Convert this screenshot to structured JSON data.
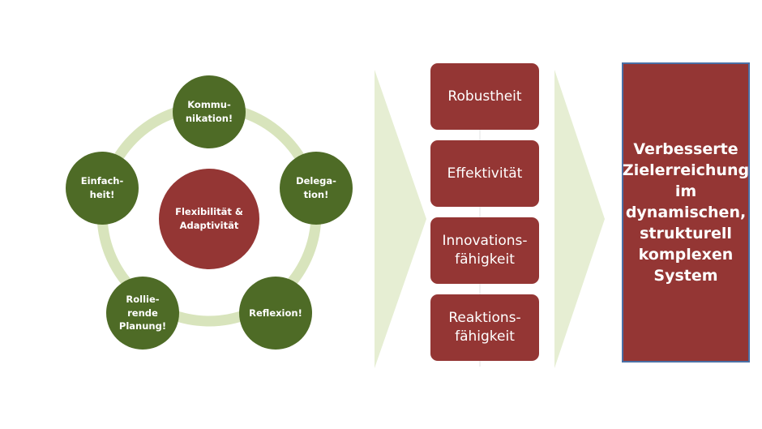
{
  "diagram": {
    "hub": "Flexibilität &\nAdaptivität",
    "nodes": [
      "Kommu-\nnikation!",
      "Delega-\ntion!",
      "Reflexion!",
      "Rollie-\nrende\nPlanung!",
      "Einfach-\nheit!"
    ],
    "qualities": [
      "Robustheit",
      "Effektivität",
      "Innovations-\nfähigkeit",
      "Reaktions-\nfähigkeit"
    ],
    "result": "Verbesserte\nZielerreichung\nim\ndynamischen,\nstrukturell\nkomplexen\nSystem"
  },
  "colors": {
    "green_node": "#4e6b26",
    "red_fill": "#943634",
    "ring": "#d8e4bc",
    "arrow": "#e6eed3",
    "result_border": "#4a6fa5"
  }
}
